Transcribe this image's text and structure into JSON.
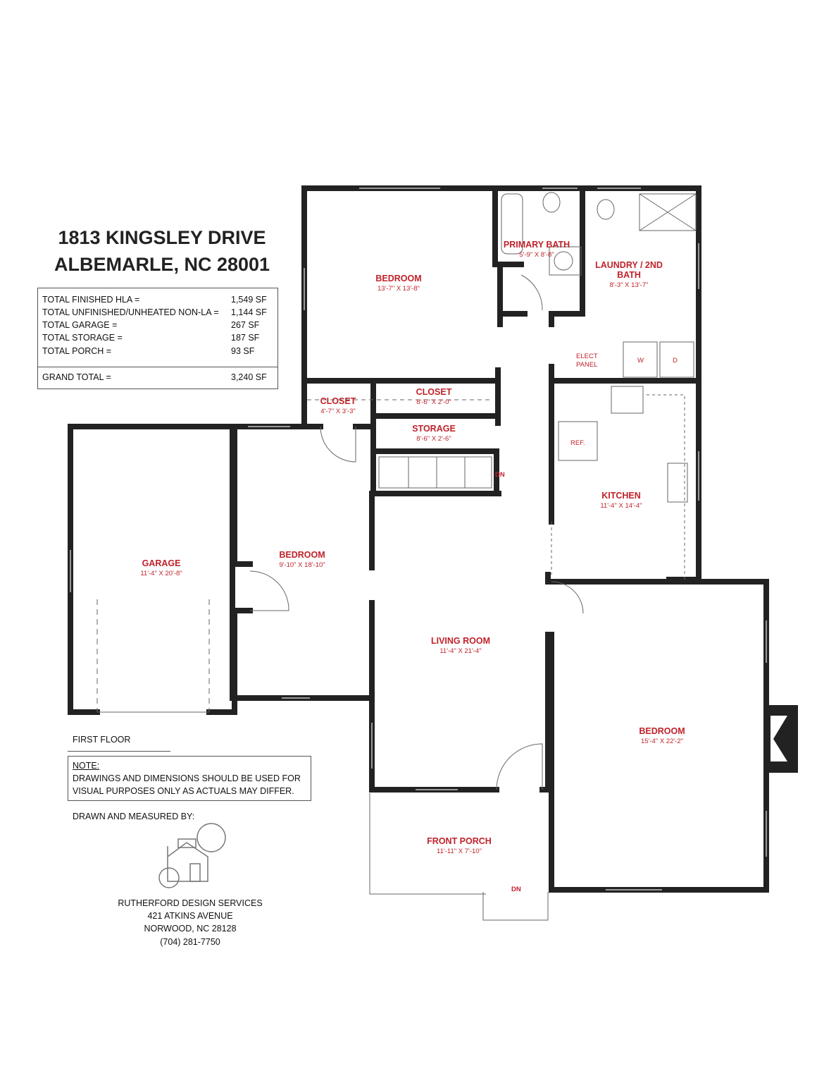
{
  "address": {
    "line1": "1813 KINGSLEY DRIVE",
    "line2": "ALBEMARLE, NC 28001"
  },
  "totals": [
    {
      "label": "TOTAL FINISHED HLA =",
      "value": "1,549 SF"
    },
    {
      "label": "TOTAL UNFINISHED/UNHEATED NON-LA =",
      "value": "1,144 SF"
    },
    {
      "label": "TOTAL GARAGE =",
      "value": "267 SF"
    },
    {
      "label": "TOTAL STORAGE =",
      "value": "187 SF"
    },
    {
      "label": "TOTAL PORCH =",
      "value": "93 SF"
    }
  ],
  "grand_total": {
    "label": "GRAND TOTAL =",
    "value": "3,240 SF"
  },
  "rooms": {
    "bedroom1": {
      "name": "BEDROOM",
      "dims": "13'-7\" X 13'-8\""
    },
    "primary_bath": {
      "name": "PRIMARY BATH",
      "dims": "5'-9\" X 8'-8\""
    },
    "laundry": {
      "name": "LAUNDRY / 2ND BATH",
      "dims": "8'-3\" X 13'-7\""
    },
    "closet1": {
      "name": "CLOSET",
      "dims": "4'-7\" X 3'-3\""
    },
    "closet2": {
      "name": "CLOSET",
      "dims": "8'-6\" X 2'-0\""
    },
    "storage": {
      "name": "STORAGE",
      "dims": "8'-6\" X 2'-6\""
    },
    "kitchen": {
      "name": "KITCHEN",
      "dims": "11'-4\" X 14'-4\""
    },
    "garage": {
      "name": "GARAGE",
      "dims": "11'-4\" X 20'-8\""
    },
    "bedroom2": {
      "name": "BEDROOM",
      "dims": "9'-10\" X 18'-10\""
    },
    "living": {
      "name": "LIVING ROOM",
      "dims": "11'-4\" X 21'-4\""
    },
    "bedroom3": {
      "name": "BEDROOM",
      "dims": "15'-4\" X 22'-2\""
    },
    "porch": {
      "name": "FRONT PORCH",
      "dims": "11'-11\" X 7'-10\""
    }
  },
  "fixtures": {
    "elect_panel": "ELECT PANEL",
    "ref": "REF.",
    "washer": "W",
    "dryer": "D",
    "dn_stairs": "DN",
    "dn_porch": "DN"
  },
  "floor_label": "FIRST FLOOR",
  "note": {
    "title": "NOTE:",
    "text": "DRAWINGS AND DIMENSIONS SHOULD BE USED FOR VISUAL PURPOSES ONLY AS ACTUALS MAY DIFFER."
  },
  "drawn_by": "DRAWN AND MEASURED BY:",
  "company": {
    "name": "RUTHERFORD DESIGN SERVICES",
    "street": "421 ATKINS AVENUE",
    "city": "NORWOOD, NC 28128",
    "phone": "(704) 281-7750"
  },
  "colors": {
    "wall": "#222222",
    "label": "#c0222a"
  }
}
